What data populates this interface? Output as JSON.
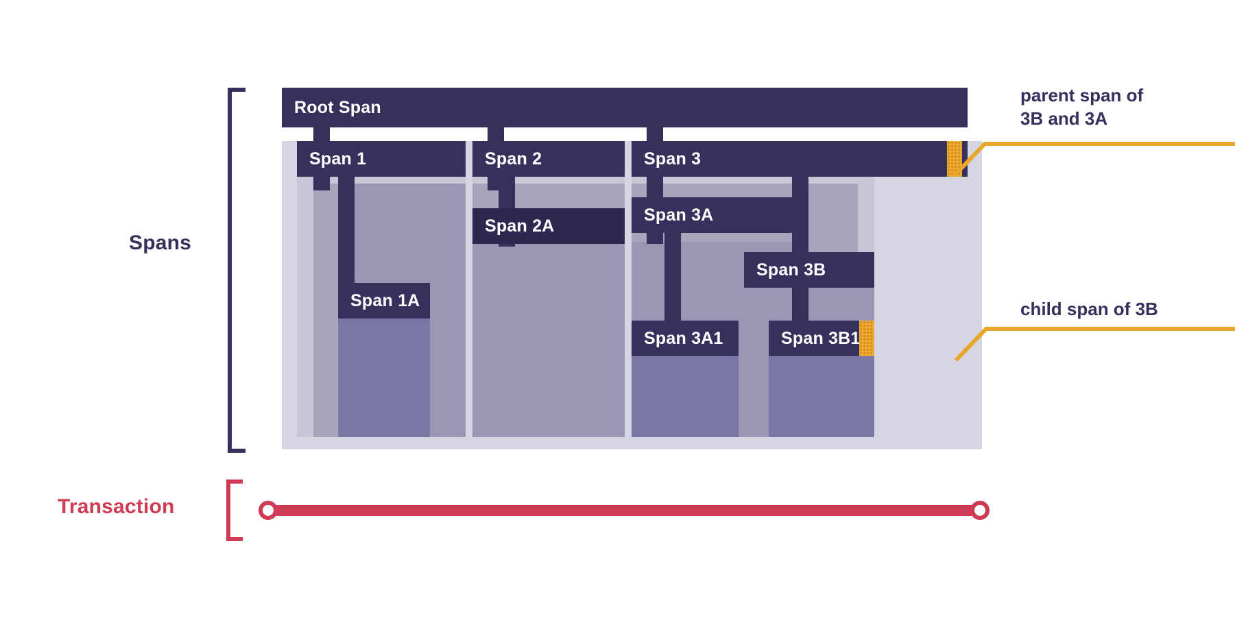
{
  "diagram": {
    "title": "Distributed tracing: transaction and spans",
    "groups": {
      "spans_label": "Spans",
      "transaction_label": "Transaction"
    },
    "colors": {
      "span_bar": "#36305c",
      "span_bar_deep": "#2e2750",
      "lane_light": "#c8c6d6",
      "lane_mid": "#a8a5bd",
      "lane_dark": "#9a97b5",
      "lane_deep": "#7a77a6",
      "backdrop": "#d6d5e2",
      "marker": "#f0a830",
      "transaction": "#cf3a54",
      "text_dark": "#36305c",
      "text_light": "#ffffff"
    },
    "spans": [
      {
        "id": "root",
        "label": "Root Span",
        "depth": 0
      },
      {
        "id": "s1",
        "label": "Span 1",
        "depth": 1,
        "parent": "root"
      },
      {
        "id": "s1a",
        "label": "Span 1A",
        "depth": 2,
        "parent": "s1"
      },
      {
        "id": "s2",
        "label": "Span 2",
        "depth": 1,
        "parent": "root"
      },
      {
        "id": "s2a",
        "label": "Span 2A",
        "depth": 2,
        "parent": "s2"
      },
      {
        "id": "s3",
        "label": "Span 3",
        "depth": 1,
        "parent": "root"
      },
      {
        "id": "s3a",
        "label": "Span 3A",
        "depth": 2,
        "parent": "s3"
      },
      {
        "id": "s3a1",
        "label": "Span 3A1",
        "depth": 3,
        "parent": "s3a"
      },
      {
        "id": "s3b",
        "label": "Span 3B",
        "depth": 2,
        "parent": "s3"
      },
      {
        "id": "s3b1",
        "label": "Span 3B1",
        "depth": 3,
        "parent": "s3b"
      }
    ],
    "callouts": [
      {
        "id": "callout-parent",
        "text": "parent span of\n3B and 3A",
        "target_span": "s3"
      },
      {
        "id": "callout-child",
        "text": "child span of 3B",
        "target_span": "s3b1"
      }
    ]
  }
}
